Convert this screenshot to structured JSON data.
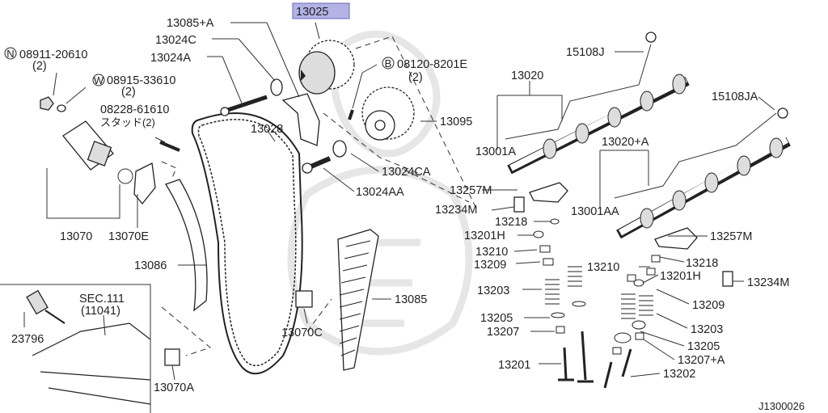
{
  "labels": {
    "p13025": "13025",
    "p13085A": "13085+A",
    "p13024C": "13024C",
    "p13024A": "13024A",
    "p08911": "08911-20610",
    "p08911_q": "(2)",
    "p08915": "08915-33610",
    "p08915_q": "(2)",
    "p08228": "08228-61610",
    "p08228_sub": "スタッド(2)",
    "p08120": "08120-8201E",
    "p08120_q": "(2)",
    "p15108J": "15108J",
    "p15108JA": "15108JA",
    "p13020": "13020",
    "p13020A": "13020+A",
    "p13028": "13028",
    "p13095": "13095",
    "p13024CA": "13024CA",
    "p13024AA": "13024AA",
    "p13001A": "13001A",
    "p13001AA": "13001AA",
    "p13257M_a": "13257M",
    "p13257M_b": "13257M",
    "p13234M_a": "13234M",
    "p13234M_b": "13234M",
    "p13218_a": "13218",
    "p13218_b": "13218",
    "p13201H_a": "13201H",
    "p13201H_b": "13201H",
    "p13210_a": "13210",
    "p13210_b": "13210",
    "p13209_a": "13209",
    "p13209_b": "13209",
    "p13203_a": "13203",
    "p13203_b": "13203",
    "p13205_a": "13205",
    "p13205_b": "13205",
    "p13207": "13207",
    "p13207A": "13207+A",
    "p13201": "13201",
    "p13202": "13202",
    "p13070": "13070",
    "p13070E": "13070E",
    "p13086": "13086",
    "p13085": "13085",
    "p13070C": "13070C",
    "p13070A": "13070A",
    "p23796": "23796",
    "sec": "SEC.111",
    "sec_ref": "(11041)",
    "code": "J1300026"
  },
  "circled": {
    "n": "N",
    "w": "W",
    "b": "B"
  },
  "highlight_color": "#b3b3e6"
}
